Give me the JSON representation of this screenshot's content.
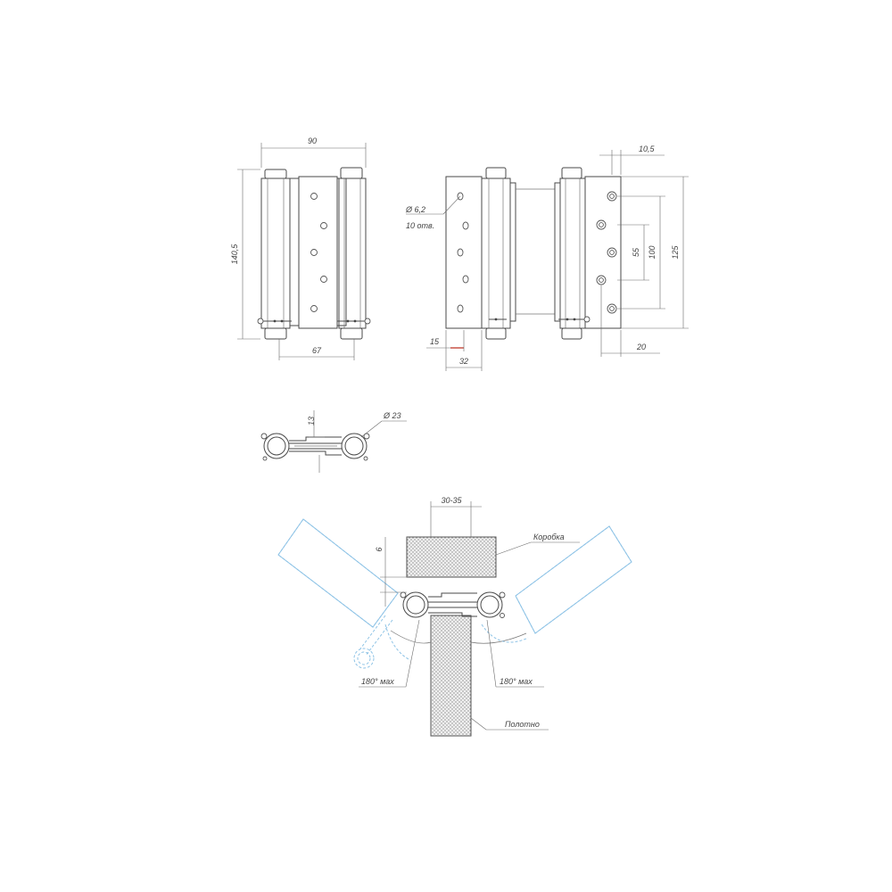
{
  "front_view": {
    "dim_width": "90",
    "dim_height": "140,5",
    "dim_leaf": "67"
  },
  "side_view": {
    "dim_hole_dia": "Ø 6,2",
    "dim_hole_count": "10 отв.",
    "dim_offset": "15",
    "dim_leaf_width": "32",
    "dim_top": "10,5",
    "dim_spacing_55": "55",
    "dim_spacing_100": "100",
    "dim_spacing_125": "125",
    "dim_bottom": "20"
  },
  "section_view": {
    "dim_thickness": "13",
    "dim_barrel": "Ø 23"
  },
  "install_view": {
    "dim_gap": "30-35",
    "dim_clearance": "6",
    "label_frame": "Коробка",
    "label_leaf": "Полотно",
    "label_angle_left": "180° мах",
    "label_angle_right": "180° мах"
  },
  "colors": {
    "line": "#4a4a4a",
    "swing_blue": "#8ec3e6",
    "red_mark": "#c0392b"
  }
}
